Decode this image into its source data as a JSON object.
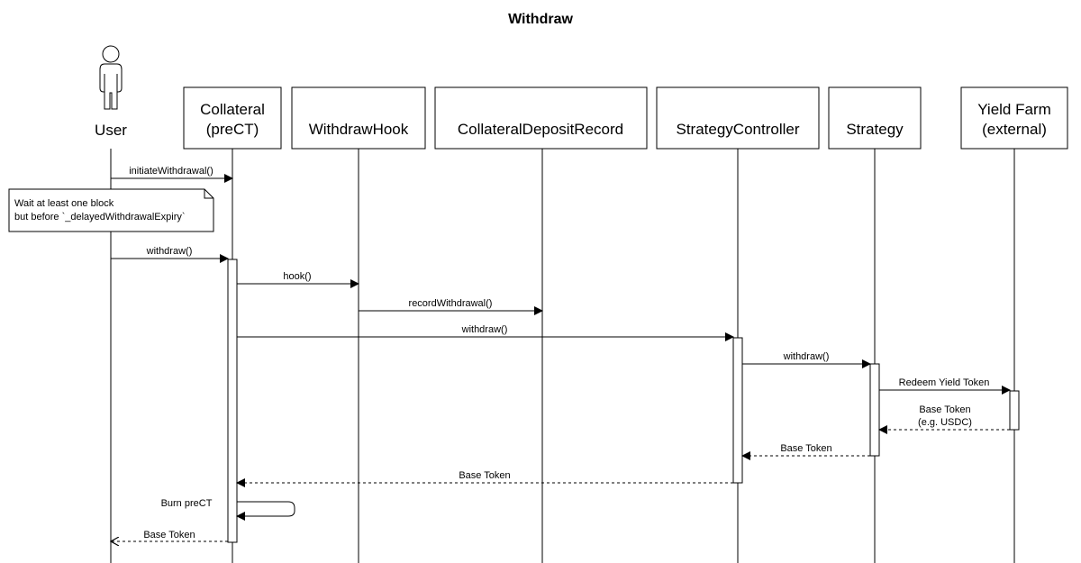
{
  "title": "Withdraw",
  "participants": [
    {
      "id": "user",
      "lines": [
        "User"
      ]
    },
    {
      "id": "collateral",
      "lines": [
        "Collateral",
        "(preCT)"
      ]
    },
    {
      "id": "withdrawhook",
      "lines": [
        "WithdrawHook"
      ]
    },
    {
      "id": "collateraldepositrecord",
      "lines": [
        "CollateralDepositRecord"
      ]
    },
    {
      "id": "strategycontroller",
      "lines": [
        "StrategyController"
      ]
    },
    {
      "id": "strategy",
      "lines": [
        "Strategy"
      ]
    },
    {
      "id": "yieldfarm",
      "lines": [
        "Yield Farm",
        "(external)"
      ]
    }
  ],
  "note": {
    "lines": [
      "Wait at least one block",
      "but before `_delayedWithdrawalExpiry`"
    ]
  },
  "messages": [
    {
      "label": [
        "initiateWithdrawal()"
      ]
    },
    {
      "label": [
        "withdraw()"
      ]
    },
    {
      "label": [
        "hook()"
      ]
    },
    {
      "label": [
        "recordWithdrawal()"
      ]
    },
    {
      "label": [
        "withdraw()"
      ]
    },
    {
      "label": [
        "withdraw()"
      ]
    },
    {
      "label": [
        "Redeem Yield Token"
      ]
    },
    {
      "label": [
        "Base Token",
        "(e.g. USDC)"
      ]
    },
    {
      "label": [
        "Base Token"
      ]
    },
    {
      "label": [
        "Base Token"
      ]
    },
    {
      "label": [
        "Burn preCT"
      ]
    },
    {
      "label": [
        "Base Token"
      ]
    }
  ]
}
